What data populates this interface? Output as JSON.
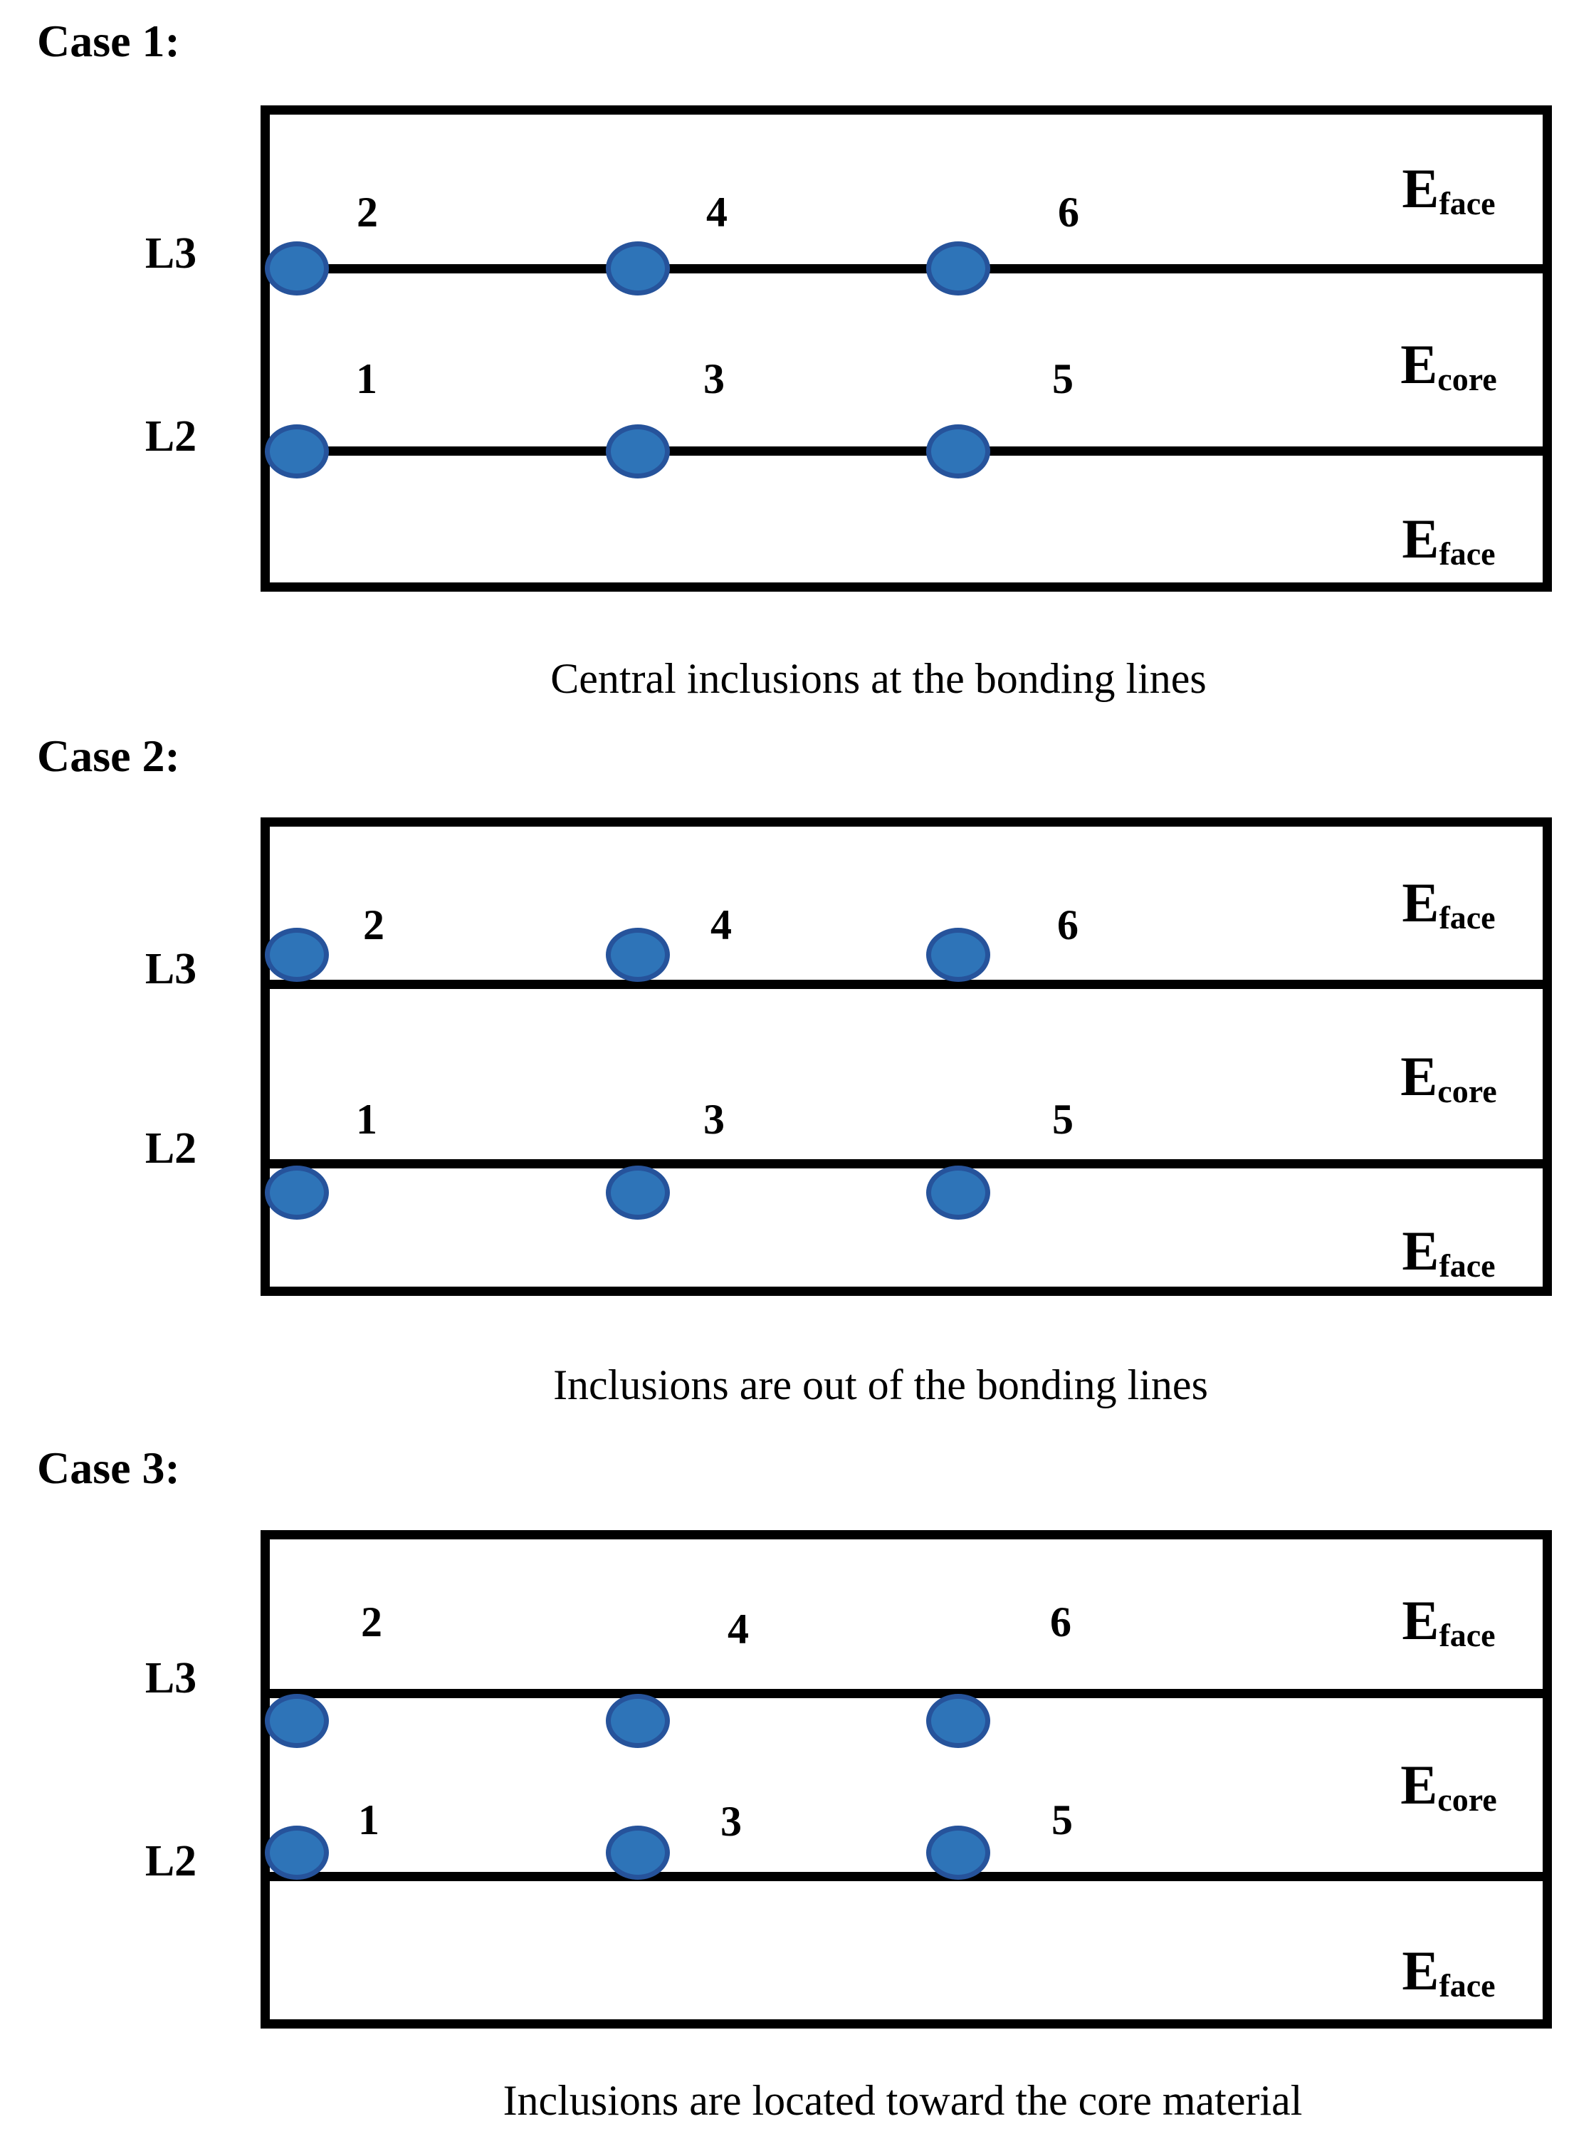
{
  "figure": {
    "type": "sandwich-panel inclusion placement schematic",
    "colors": {
      "inclusion_fill": "#2e74b8",
      "inclusion_border": "#26539b",
      "line": "#000000"
    },
    "cases": [
      {
        "title": "Case 1:",
        "layer_top_label": "L3",
        "layer_bottom_label": "L2",
        "numbers_top": [
          "2",
          "4",
          "6"
        ],
        "numbers_bottom": [
          "1",
          "3",
          "5"
        ],
        "regions": [
          {
            "symbol": "E",
            "subscript": "face"
          },
          {
            "symbol": "E",
            "subscript": "core"
          },
          {
            "symbol": "E",
            "subscript": "face"
          }
        ],
        "caption": "Central inclusions at the bonding lines",
        "inclusion_placement": "centered on both bonding lines"
      },
      {
        "title": "Case 2:",
        "layer_top_label": "L3",
        "layer_bottom_label": "L2",
        "numbers_top": [
          "2",
          "4",
          "6"
        ],
        "numbers_bottom": [
          "1",
          "3",
          "5"
        ],
        "regions": [
          {
            "symbol": "E",
            "subscript": "face"
          },
          {
            "symbol": "E",
            "subscript": "core"
          },
          {
            "symbol": "E",
            "subscript": "face"
          }
        ],
        "caption": "Inclusions are out of the bonding lines",
        "inclusion_placement": "above L3 line and below L2 line (toward faces)"
      },
      {
        "title": "Case 3:",
        "layer_top_label": "L3",
        "layer_bottom_label": "L2",
        "numbers_top": [
          "2",
          "4",
          "6"
        ],
        "numbers_bottom": [
          "1",
          "3",
          "5"
        ],
        "regions": [
          {
            "symbol": "E",
            "subscript": "face"
          },
          {
            "symbol": "E",
            "subscript": "core"
          },
          {
            "symbol": "E",
            "subscript": "face"
          }
        ],
        "caption": "Inclusions are located toward the core material",
        "inclusion_placement": "below L3 line and above L2 line (toward core)"
      }
    ]
  }
}
